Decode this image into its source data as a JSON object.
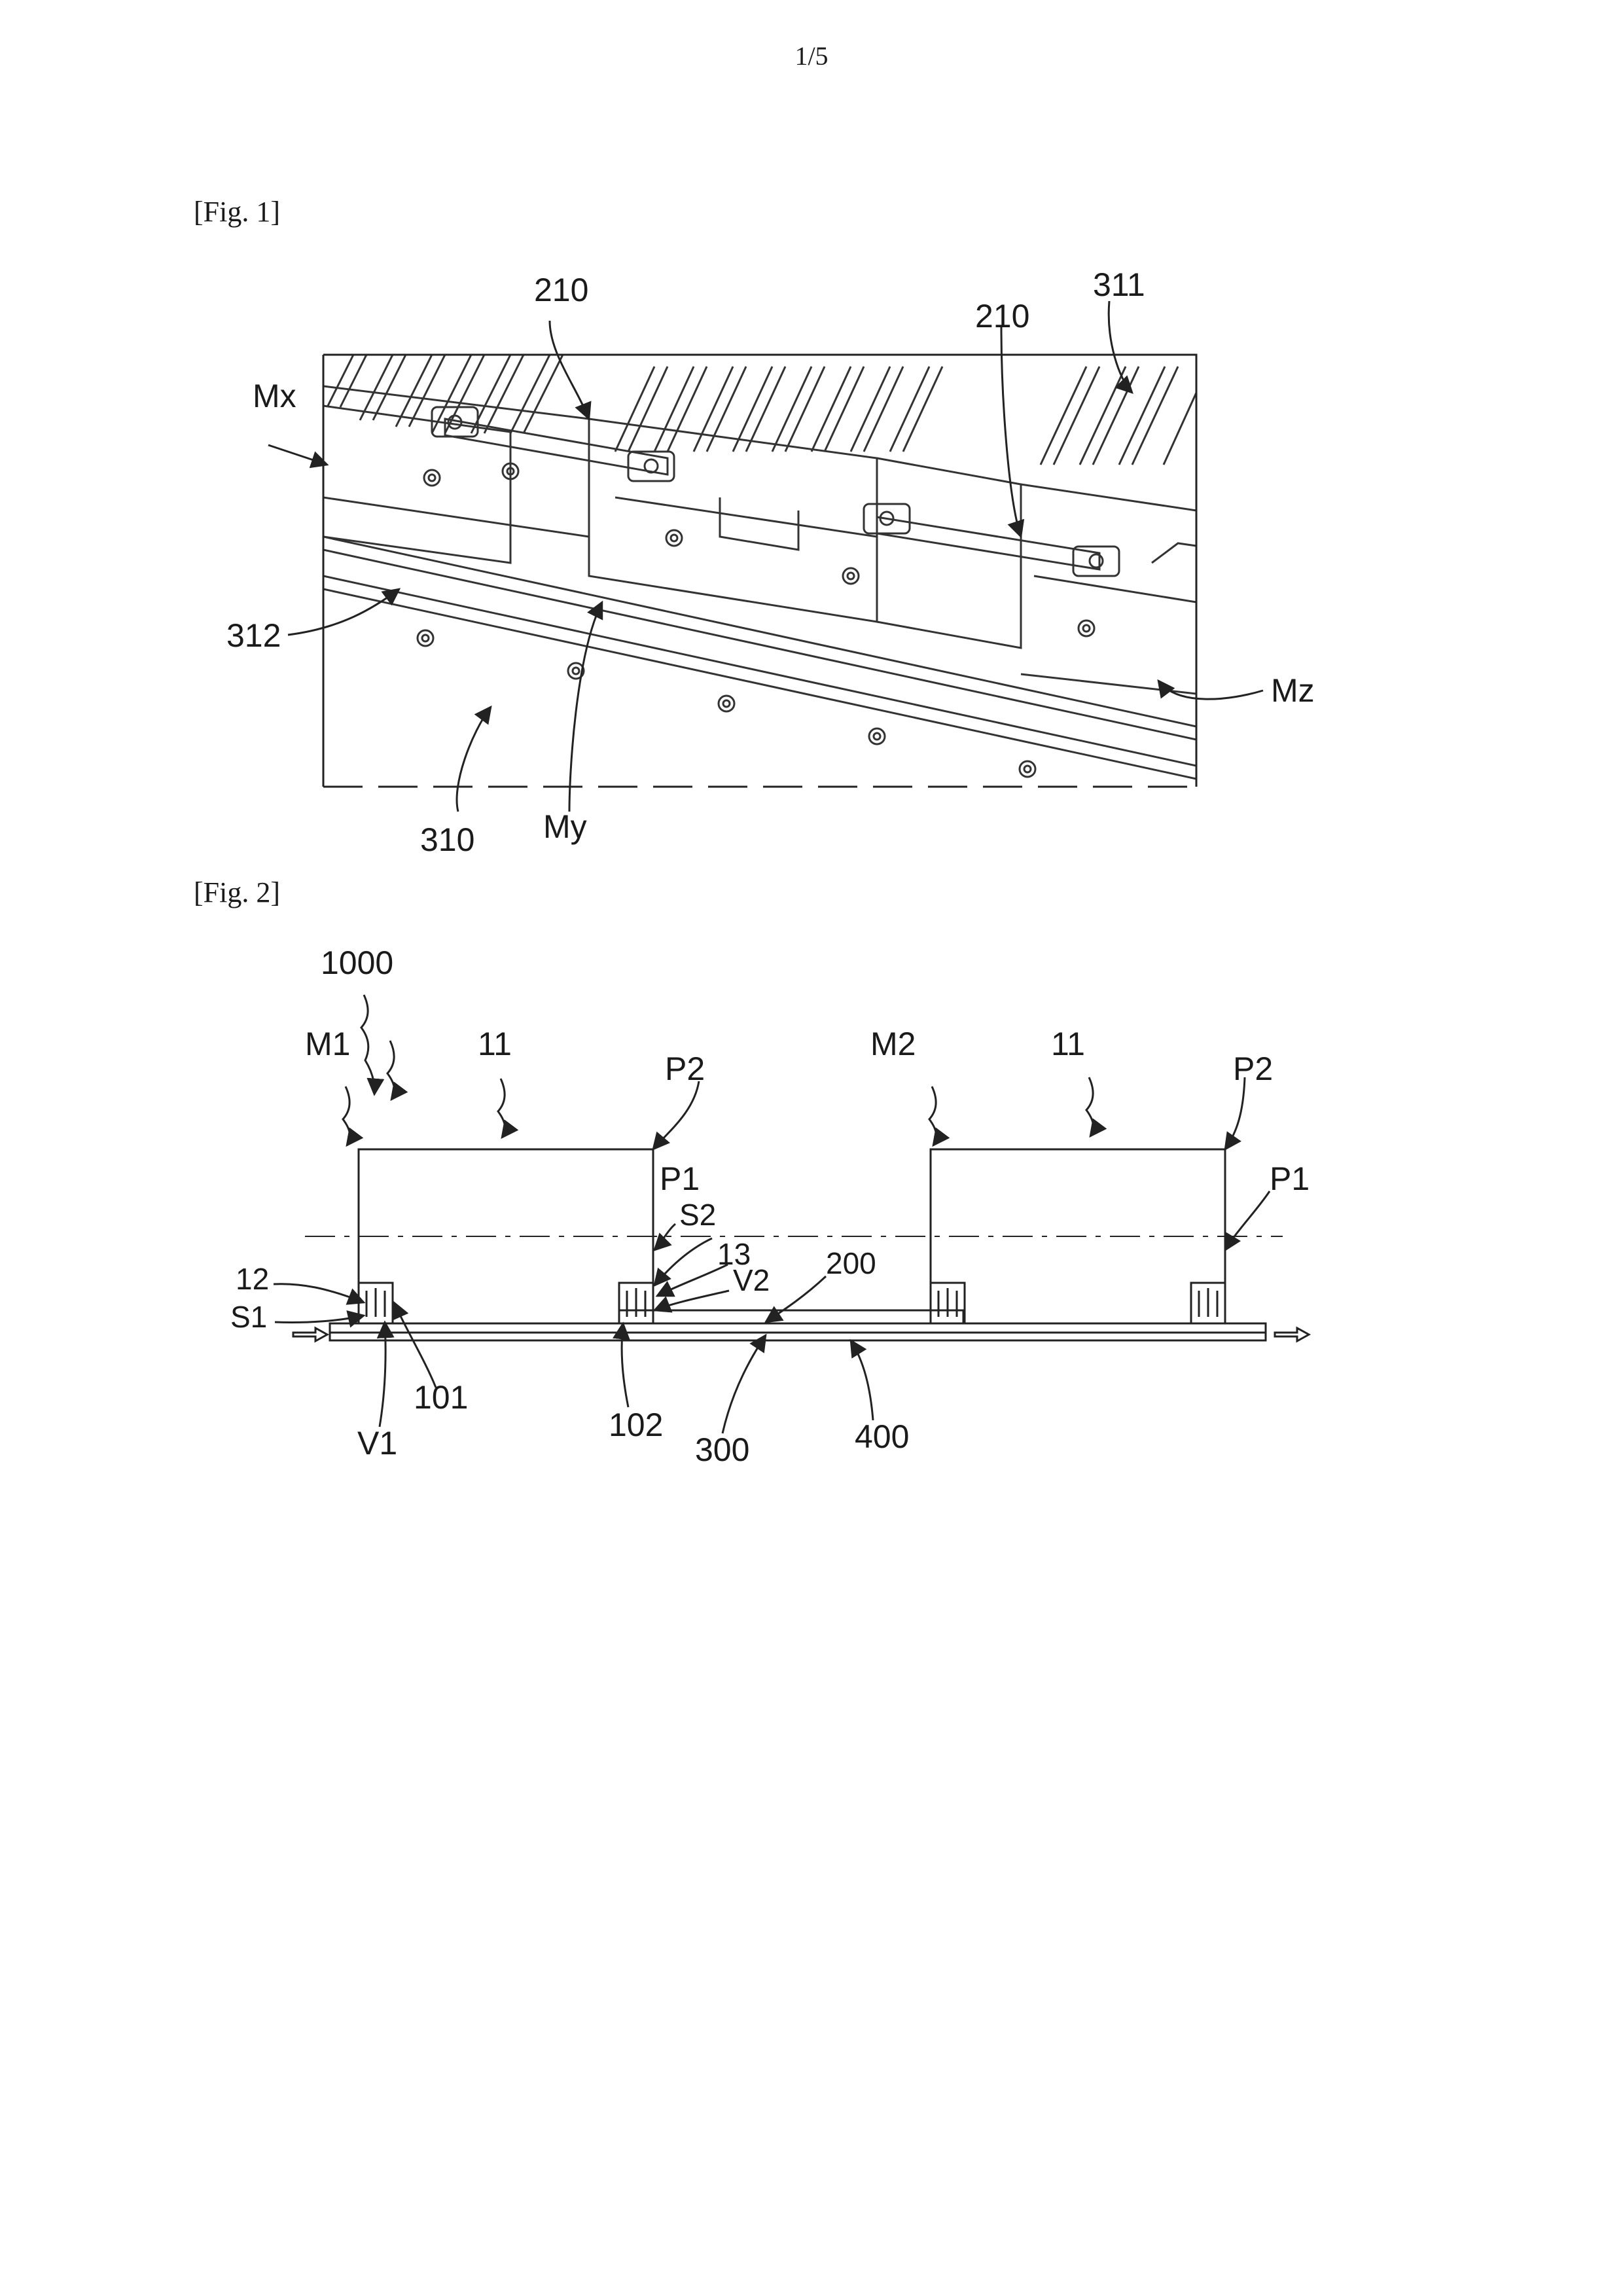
{
  "page": {
    "number": "1/5"
  },
  "figures": [
    {
      "caption": "[Fig. 1]",
      "labels": {
        "mx": "Mx",
        "my": "My",
        "mz": "Mz",
        "ref_210a": "210",
        "ref_210b": "210",
        "ref_311": "311",
        "ref_312": "312",
        "ref_310": "310"
      }
    },
    {
      "caption": "[Fig. 2]",
      "labels": {
        "ref_1000": "1000",
        "m1": "M1",
        "m2": "M2",
        "ref_11a": "11",
        "ref_11b": "11",
        "p2a": "P2",
        "p2b": "P2",
        "p1a": "P1",
        "p1b": "P1",
        "s2": "S2",
        "ref_13": "13",
        "v2": "V2",
        "ref_200": "200",
        "ref_12": "12",
        "s1": "S1",
        "ref_101": "101",
        "v1": "V1",
        "ref_102": "102",
        "ref_300": "300",
        "ref_400": "400"
      }
    }
  ],
  "icons": {
    "flow_arrow": "hollow-arrow-icon"
  }
}
